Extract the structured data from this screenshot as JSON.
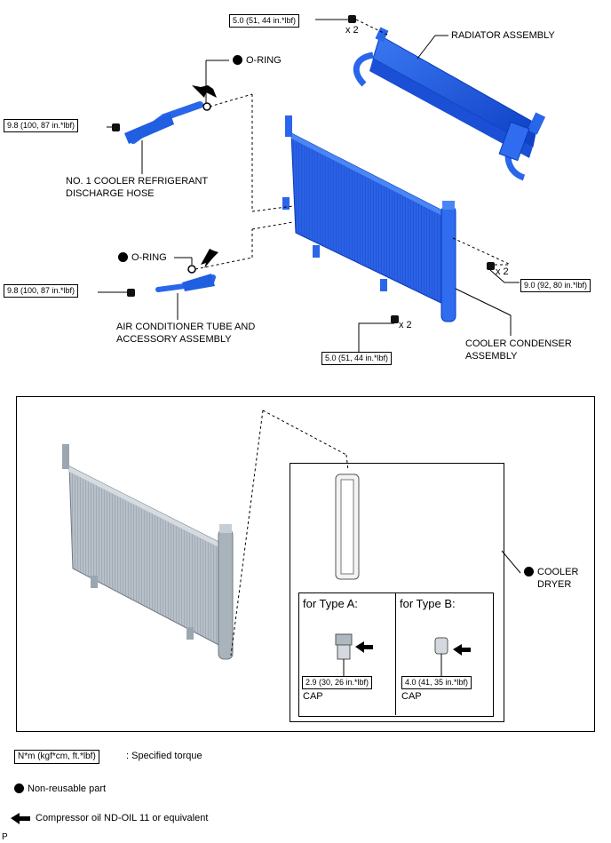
{
  "labels": {
    "torque_top": "5.0 (51, 44 in.*lbf)",
    "x2_top": "x 2",
    "radiator": "RADIATOR ASSEMBLY",
    "oring_top": "O-RING",
    "torque_hose": "9.8 (100, 87 in.*lbf)",
    "hose_line1": "NO. 1 COOLER REFRIGERANT",
    "hose_line2": "DISCHARGE HOSE",
    "oring_mid": "O-RING",
    "torque_tube": "9.8 (100, 87 in.*lbf)",
    "tube_line1": "AIR CONDITIONER TUBE AND",
    "tube_line2": "ACCESSORY ASSEMBLY",
    "x2_right": "x 2",
    "torque_right": "9.0 (92, 80 in.*lbf)",
    "x2_bottom": "x 2",
    "torque_bottom": "5.0 (51, 44 in.*lbf)",
    "condenser_line1": "COOLER CONDENSER",
    "condenser_line2": "ASSEMBLY",
    "dryer_line1": "COOLER",
    "dryer_line2": "DRYER",
    "type_a": "for Type A:",
    "type_b": "for Type B:",
    "torque_cap_a": "2.9 (30, 26 in.*lbf)",
    "torque_cap_b": "4.0 (41, 35 in.*lbf)",
    "cap_a": "CAP",
    "cap_b": "CAP"
  },
  "legend": {
    "torque_box": "N*m (kgf*cm, ft.*lbf)",
    "torque_desc": ": Specified torque",
    "nonreusable": "Non-reusable part",
    "oil": "Compressor oil ND-OIL 11 or equivalent"
  },
  "footer": "P",
  "colors": {
    "part_blue": "#1f5fe0",
    "part_dark": "#0a3ab8",
    "grey_part": "#9aa6b0"
  }
}
